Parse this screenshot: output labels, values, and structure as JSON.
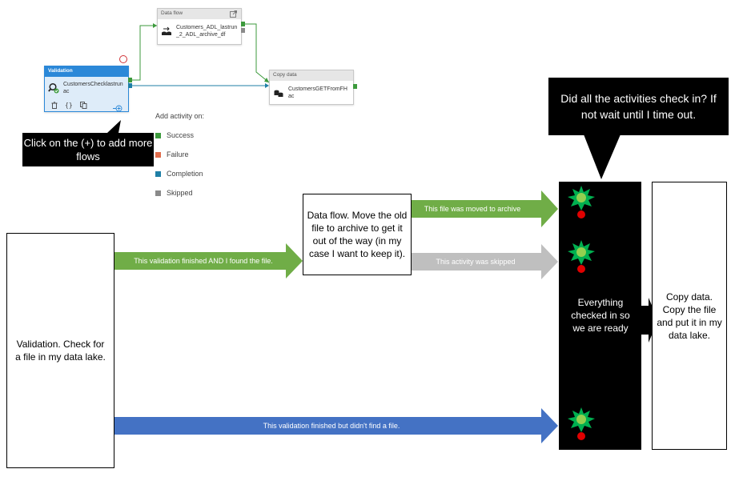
{
  "adf": {
    "dataflow": {
      "header": "Data flow",
      "name": "Customers_ADL_lastrun_2_ADL_archive_df"
    },
    "validation": {
      "header": "Validation",
      "name": "CustomersChecklastrunac"
    },
    "copydata": {
      "header": "Copy data",
      "name": "CustomersGETFromFHac"
    }
  },
  "menu": {
    "title": "Add activity on:",
    "items": [
      {
        "label": "Success",
        "color": "#3c9a3c"
      },
      {
        "label": "Failure",
        "color": "#e06c4c"
      },
      {
        "label": "Completion",
        "color": "#1f7fa6"
      },
      {
        "label": "Skipped",
        "color": "#8a8a8a"
      }
    ]
  },
  "callouts": {
    "click_plus": "Click on the (+) to add more flows",
    "did_all": "Did all the activities check in? If not wait until I time out.",
    "dataflow_desc": "Data flow. Move the old file to archive to get it out of the way (in my case I want to keep it).",
    "validation_desc": "Validation. Check for a file in my data lake.",
    "everything": "Everything checked in so we are ready",
    "copy_desc": "Copy data. Copy the file and put it in my data lake."
  },
  "arrows": {
    "moved": "This file was moved to archive",
    "skipped": "This activity was skipped",
    "found": "This validation finished AND I found the file.",
    "notfound": "This validation finished but didn't find a file."
  },
  "colors": {
    "green": "#70ad47",
    "gray": "#bfbfbf",
    "blue": "#4472c4",
    "dark_green": "#3c9a3c",
    "teal": "#1f7fa6"
  }
}
